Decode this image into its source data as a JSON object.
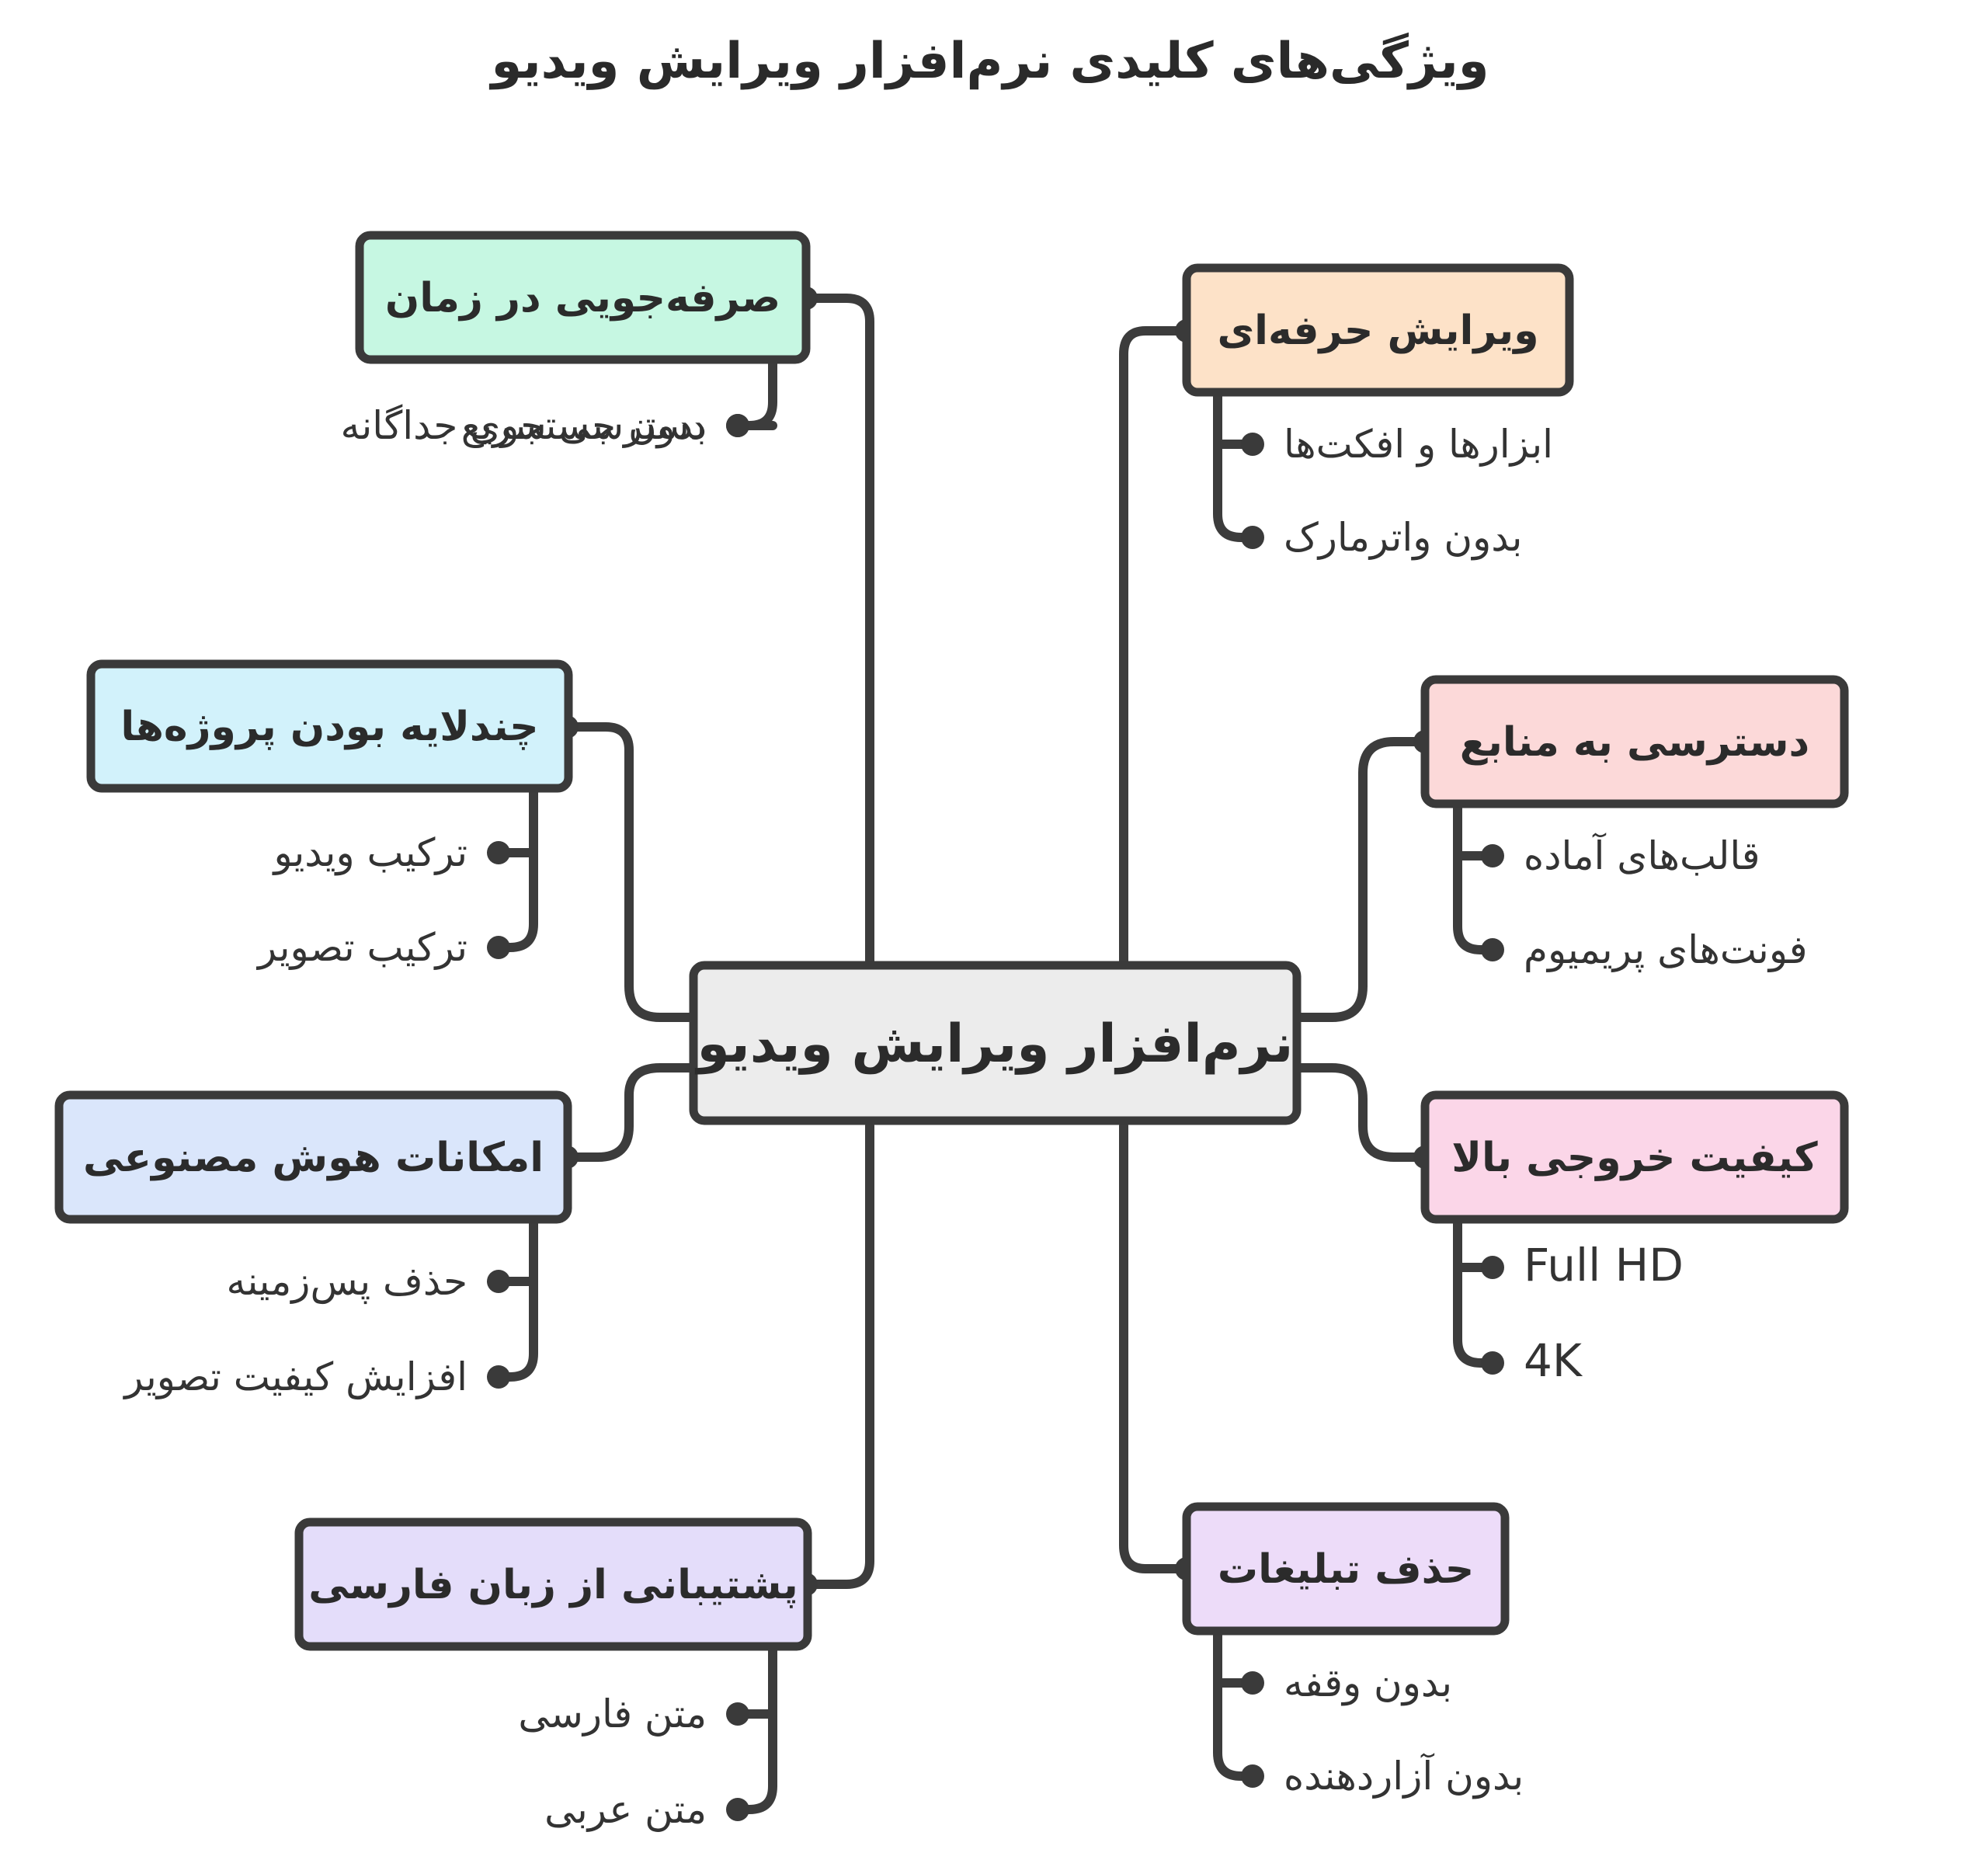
{
  "title": "ویژگی‌های کلیدی نرم‌افزار ویرایش ویدیو",
  "center": {
    "label": "نرم‌افزار ویرایش ویدیو",
    "color": "#ececec"
  },
  "branches": [
    {
      "id": "time",
      "label": "صرفه‌جویی در زمان",
      "color": "#c6f7e2",
      "leaves": [
        "دسترسی سریع",
        "بدون جستجوی جداگانه"
      ]
    },
    {
      "id": "layers",
      "label": "چندلایه بودن پروژه‌ها",
      "color": "#d2f2fb",
      "leaves": [
        "ترکیب ویدیو",
        "ترکیب تصویر"
      ]
    },
    {
      "id": "ai",
      "label": "امکانات هوش مصنوعی",
      "color": "#dae6fb",
      "leaves": [
        "حذف پس‌زمینه",
        "افزایش کیفیت تصویر"
      ]
    },
    {
      "id": "persian",
      "label": "پشتیبانی از زبان فارسی",
      "color": "#e4ddfa",
      "leaves": [
        "متن فارسی",
        "متن عربی"
      ]
    },
    {
      "id": "pro",
      "label": "ویرایش حرفه‌ای",
      "color": "#fde2c8",
      "leaves": [
        "ابزارها و افکت‌ها",
        "بدون واترمارک"
      ]
    },
    {
      "id": "resources",
      "label": "دسترسی به منابع",
      "color": "#fcd9d9",
      "leaves": [
        "قالب‌های آماده",
        "فونت‌های پریمیوم"
      ]
    },
    {
      "id": "quality",
      "label": "کیفیت خروجی بالا",
      "color": "#fbd6e8",
      "leaves": [
        "Full HD",
        "4K"
      ]
    },
    {
      "id": "ads",
      "label": "حذف تبلیغات",
      "color": "#eddcf9",
      "leaves": [
        "بدون وقفه",
        "بدون آزاردهنده"
      ]
    }
  ]
}
